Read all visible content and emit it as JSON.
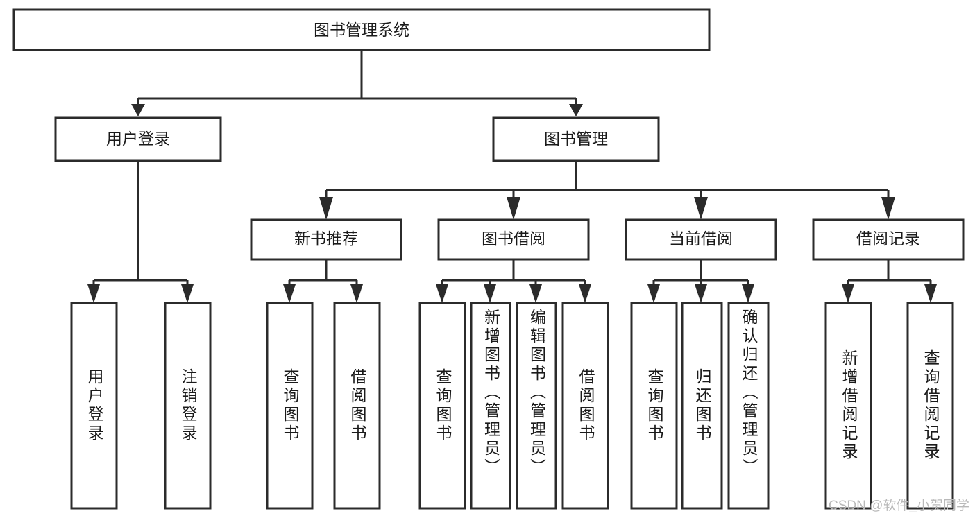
{
  "diagram": {
    "type": "tree-hierarchy-chart",
    "title": "图书管理系统",
    "watermark": "CSDN @软件_小贺同学",
    "colors": {
      "box_stroke": "#2b2b2b",
      "box_fill": "#ffffff",
      "text": "#1a1a1a",
      "background": "#ffffff",
      "watermark": "#b9b9b9"
    },
    "root": {
      "label": "图书管理系统"
    },
    "level2": [
      {
        "id": "user-login",
        "label": "用户登录"
      },
      {
        "id": "book-management",
        "label": "图书管理"
      }
    ],
    "level3": [
      {
        "id": "new-book-recommend",
        "label": "新书推荐",
        "parent": "book-management"
      },
      {
        "id": "book-borrow",
        "label": "图书借阅",
        "parent": "book-management"
      },
      {
        "id": "current-borrow",
        "label": "当前借阅",
        "parent": "book-management"
      },
      {
        "id": "borrow-record",
        "label": "借阅记录",
        "parent": "book-management"
      }
    ],
    "leaves": [
      {
        "id": "leaf-user-login",
        "label": "用户登录",
        "parent": "user-login"
      },
      {
        "id": "leaf-logout",
        "label": "注销登录",
        "parent": "user-login"
      },
      {
        "id": "leaf-query-book-1",
        "label": "查询图书",
        "parent": "new-book-recommend"
      },
      {
        "id": "leaf-borrow-book-1",
        "label": "借阅图书",
        "parent": "new-book-recommend"
      },
      {
        "id": "leaf-query-book-2",
        "label": "查询图书",
        "parent": "book-borrow"
      },
      {
        "id": "leaf-add-book",
        "label": "新增图书（管理员）",
        "parent": "book-borrow"
      },
      {
        "id": "leaf-edit-book",
        "label": "编辑图书（管理员）",
        "parent": "book-borrow"
      },
      {
        "id": "leaf-borrow-book-2",
        "label": "借阅图书",
        "parent": "book-borrow"
      },
      {
        "id": "leaf-query-book-3",
        "label": "查询图书",
        "parent": "current-borrow"
      },
      {
        "id": "leaf-return-book",
        "label": "归还图书",
        "parent": "current-borrow"
      },
      {
        "id": "leaf-confirm-return",
        "label": "确认归还（管理员）",
        "parent": "current-borrow"
      },
      {
        "id": "leaf-add-record",
        "label": "新增借阅记录",
        "parent": "borrow-record"
      },
      {
        "id": "leaf-query-record",
        "label": "查询借阅记录",
        "parent": "borrow-record"
      }
    ]
  }
}
